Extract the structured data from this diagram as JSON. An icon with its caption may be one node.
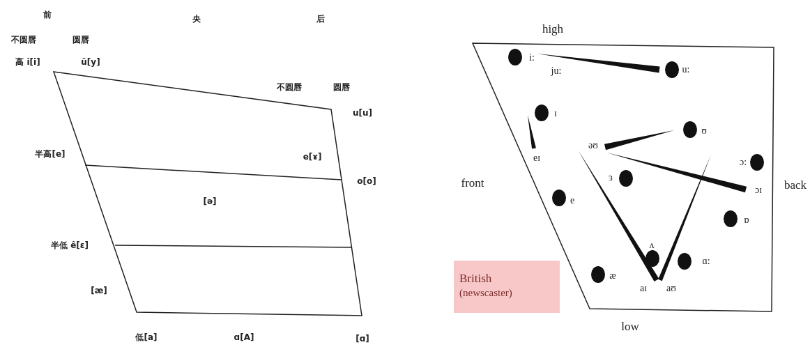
{
  "diagram": {
    "nodes": [
      {
        "text": [
          "British",
          "(newscaster)"
        ]
      }
    ],
    "labels": [
      "前",
      "央",
      "后",
      "不圆唇",
      "圆唇",
      "高 i[i]",
      "ü[y]",
      "不圆唇",
      "圆唇",
      "u[u]",
      "半高[e]",
      "e[ɤ]",
      "o[o]",
      "[ə]",
      "半低 ê[ɛ]",
      "[æ]",
      "低[a]",
      "ɑ[A]",
      "[ɑ]",
      "high",
      "i:",
      "ju:",
      "u:",
      "ɪ",
      "eɪ",
      "ʊ",
      "əʊ",
      "ɔ:",
      "front",
      "ɜ",
      "ɔɪ",
      "back",
      "e",
      "ɒ",
      "ʌ",
      "ɑ:",
      "æ",
      "aɪ",
      "aʊ",
      "low"
    ]
  }
}
